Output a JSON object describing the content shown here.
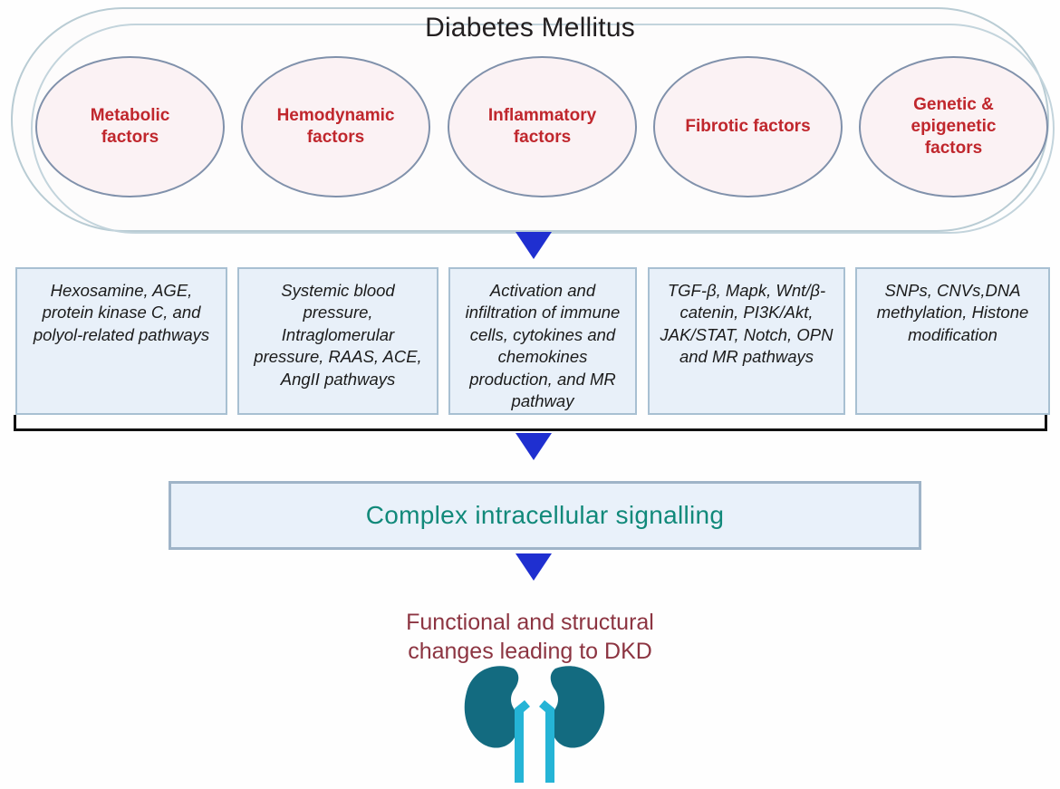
{
  "diagram": {
    "title": "Diabetes Mellitus",
    "factors": [
      {
        "id": "metabolic",
        "line1": "Metabolic",
        "line2": "factors"
      },
      {
        "id": "hemodynamic",
        "line1": "Hemodynamic",
        "line2": "factors"
      },
      {
        "id": "inflammatory",
        "line1": "Inflammatory",
        "line2": "factors"
      },
      {
        "id": "fibrotic",
        "line1": "Fibrotic factors",
        "line2": ""
      },
      {
        "id": "genetic-epigenetic",
        "line1": "Genetic &",
        "line2": "epigenetic",
        "line3": "factors"
      }
    ],
    "pathways": [
      {
        "id": "metabolic-pathways",
        "text": "Hexosamine, AGE, protein kinase C, and polyol-related pathways"
      },
      {
        "id": "hemodynamic-pathways",
        "text": "Systemic blood pressure, Intraglomerular pressure, RAAS, ACE, AngII pathways"
      },
      {
        "id": "inflammatory-pathways",
        "text": "Activation and infiltration of immune cells, cytokines and chemokines production, and MR pathway"
      },
      {
        "id": "fibrotic-pathways",
        "text": "TGF-β, Mapk, Wnt/β-catenin, PI3K/Akt, JAK/STAT, Notch, OPN and MR pathways"
      },
      {
        "id": "genetic-pathways",
        "text": "SNPs, CNVs,DNA methylation, Histone modification"
      }
    ],
    "signalling": "Complex intracellular signalling",
    "outcome": {
      "line1": "Functional and structural",
      "line2": "changes leading to DKD"
    },
    "icons": {
      "arrow_top": "down-arrow-icon",
      "arrow_mid": "down-arrow-icon",
      "arrow_bottom": "down-arrow-icon",
      "kidney": "kidney-icon"
    },
    "colors": {
      "factor_text": "#c0272d",
      "ellipse_fill": "#fbf2f4",
      "ellipse_border": "#8091ab",
      "pathway_box_fill": "#e8f0f9",
      "pathway_box_border": "#a8c0d2",
      "arrow_blue": "#1f2fd0",
      "signalling_text": "#11897a",
      "outcome_text": "#8c3441",
      "kidney_body": "#136b80",
      "kidney_ureter": "#25b4d6",
      "bracket": "#111111",
      "container_border": "#b9ccd4",
      "title_text": "#231f20"
    }
  }
}
